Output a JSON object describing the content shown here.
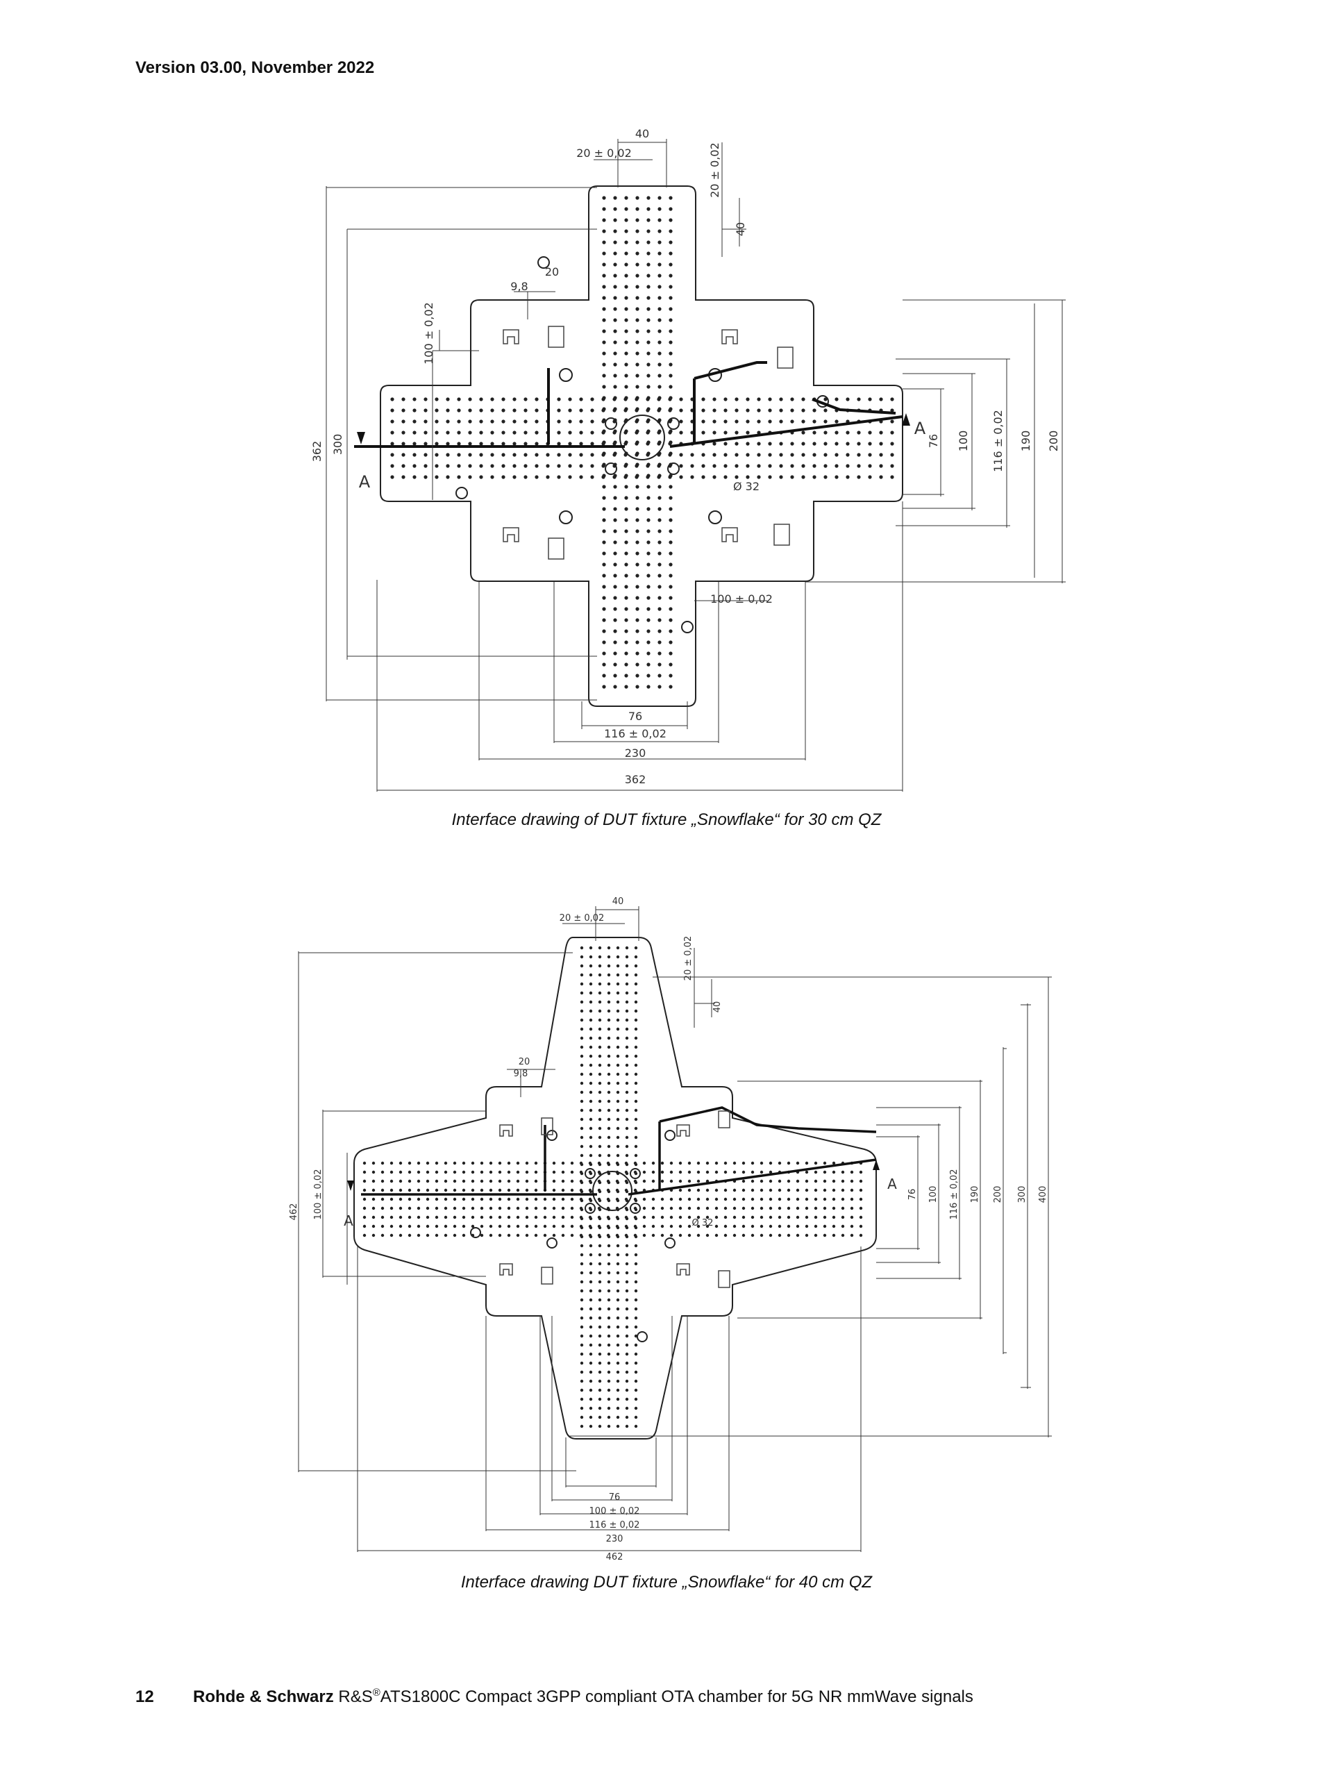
{
  "header": {
    "version": "Version 03.00, November 2022"
  },
  "figure1": {
    "caption": "Interface drawing of DUT fixture „Snowflake“ for 30 cm QZ",
    "dims": {
      "top_40": "40",
      "top_20": "20 ± 0,02",
      "top_right_20": "20 ± 0,02",
      "top_right_40": "40",
      "left_20": "20",
      "left_98": "9,8",
      "left_100": "100 ± 0,02",
      "left_362": "362",
      "left_300": "300",
      "right_76": "76",
      "right_100": "100",
      "right_116": "116 ± 0,02",
      "right_190": "190",
      "right_200": "200",
      "dia": "Ø 32",
      "inner_100": "100 ± 0,02",
      "bot_76": "76",
      "bot_116": "116 ± 0,02",
      "bot_230": "230",
      "bot_362": "362",
      "section_a": "A"
    }
  },
  "figure2": {
    "caption": "Interface drawing DUT fixture „Snowflake“ for 40 cm QZ",
    "dims": {
      "top_40": "40",
      "top_20": "20 ± 0,02",
      "top_right_20": "20 ± 0,02",
      "top_right_40": "40",
      "left_20": "20",
      "left_98": "9,8",
      "left_462": "462",
      "left_100": "100 ± 0,02",
      "right_76": "76",
      "right_100": "100",
      "right_116": "116 ± 0,02",
      "right_190": "190",
      "right_200": "200",
      "right_300": "300",
      "right_400": "400",
      "dia": "Ø 32",
      "bot_76": "76",
      "bot_100": "100 ± 0,02",
      "bot_116": "116 ± 0,02",
      "bot_230": "230",
      "bot_462": "462",
      "section_a": "A"
    }
  },
  "footer": {
    "page_number": "12",
    "brand": "Rohde & Schwarz",
    "product_prefix": " R&S",
    "registered": "®",
    "product_rest": "ATS1800C Compact 3GPP compliant OTA chamber for 5G NR mmWave signals"
  }
}
